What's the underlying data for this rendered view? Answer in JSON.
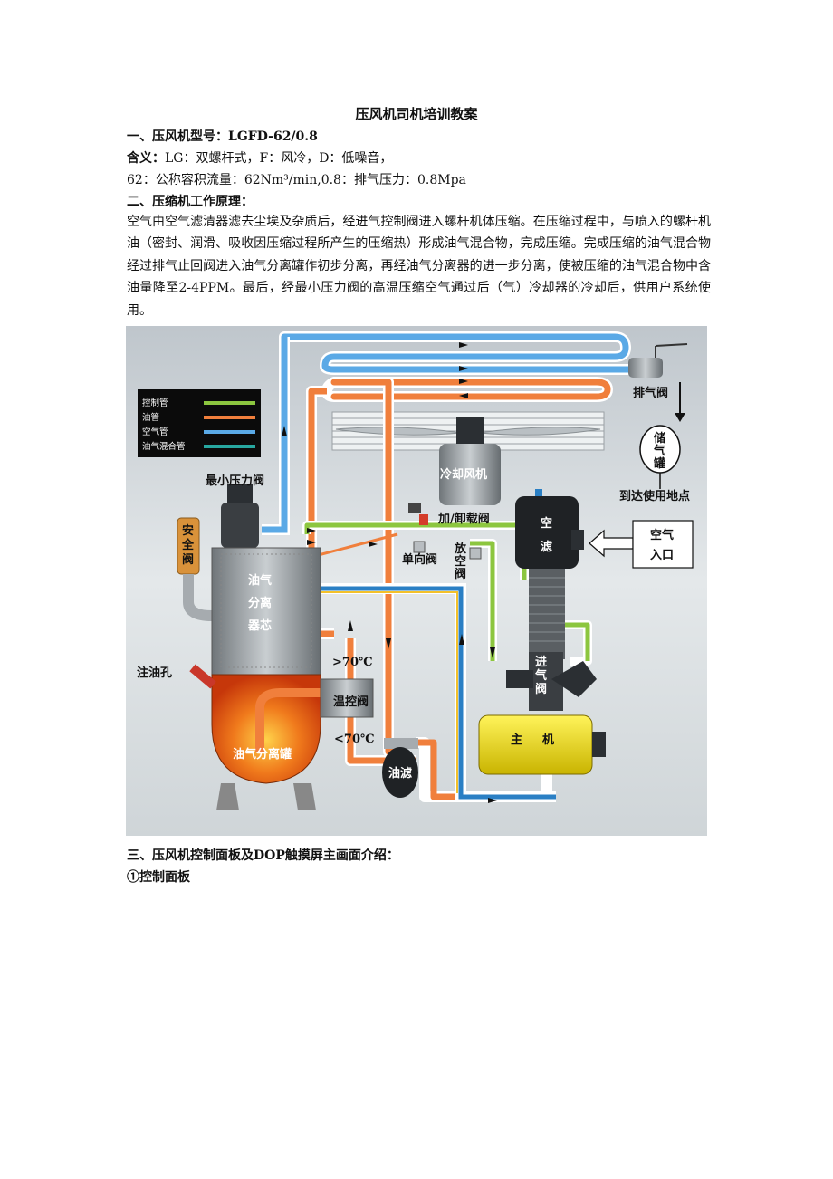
{
  "document": {
    "title": "压风机司机培训教案",
    "section1": {
      "heading": "一、压风机型号：LGFD-62/0.8",
      "meaning_label": "含义：",
      "meaning_text": "LG：双螺杆式，F：风冷，D：低噪音，",
      "spec_line": "62：公称容积流量：62Nm³/min,0.8：排气压力：0.8Mpa"
    },
    "section2": {
      "heading": "二、压缩机工作原理：",
      "paragraph": "空气由空气滤清器滤去尘埃及杂质后，经进气控制阀进入螺杆机体压缩。在压缩过程中，与喷入的螺杆机油（密封、润滑、吸收因压缩过程所产生的压缩热）形成油气混合物，完成压缩。完成压缩的油气混合物经过排气止回阀进入油气分离罐作初步分离，再经油气分离器的进一步分离，使被压缩的油气混合物中含油量降至2-4PPM。最后，经最小压力阀的高温压缩空气通过后（气）冷却器的冷却后，供用户系统使用。"
    },
    "section3": {
      "heading": "三、压风机控制面板及DOP触摸屏主画面介绍：",
      "sub_heading": "①控制面板"
    }
  },
  "diagram": {
    "legend": [
      {
        "label": "控制管",
        "color": "#8cc63f"
      },
      {
        "label": "油管",
        "color": "#f07f3c"
      },
      {
        "label": "空气管",
        "color": "#5aa9e6"
      },
      {
        "label": "油气混合管",
        "color": "#27a7a0"
      }
    ],
    "labels": {
      "exhaust_valve": "排气阀",
      "tank_char1": "储",
      "tank_char2": "气",
      "tank_char3": "罐",
      "destination": "到达使用地点",
      "cooling_fan": "冷却风机",
      "load_valve": "加/卸载阀",
      "min_pressure_valve": "最小压力阀",
      "safety_valve_1": "安",
      "safety_valve_2": "全",
      "safety_valve_3": "阀",
      "separator_core_1": "油气",
      "separator_core_2": "分离",
      "separator_core_3": "器芯",
      "check_valve": "单向阀",
      "vent_valve_1": "放",
      "vent_valve_2": "空",
      "vent_valve_3": "阀",
      "air_filter_1": "空",
      "air_filter_2": "滤",
      "air_inlet_1": "空气",
      "air_inlet_2": "入口",
      "intake_valve_1": "进",
      "intake_valve_2": "气",
      "intake_valve_3": "阀",
      "oil_fill_hole": "注油孔",
      "temp_high": ">70℃",
      "temp_low": "<70℃",
      "thermostat_valve": "温控阀",
      "separator_tank": "油气分离罐",
      "main_unit_1": "主",
      "main_unit_2": "机",
      "oil_filter": "油滤"
    }
  }
}
